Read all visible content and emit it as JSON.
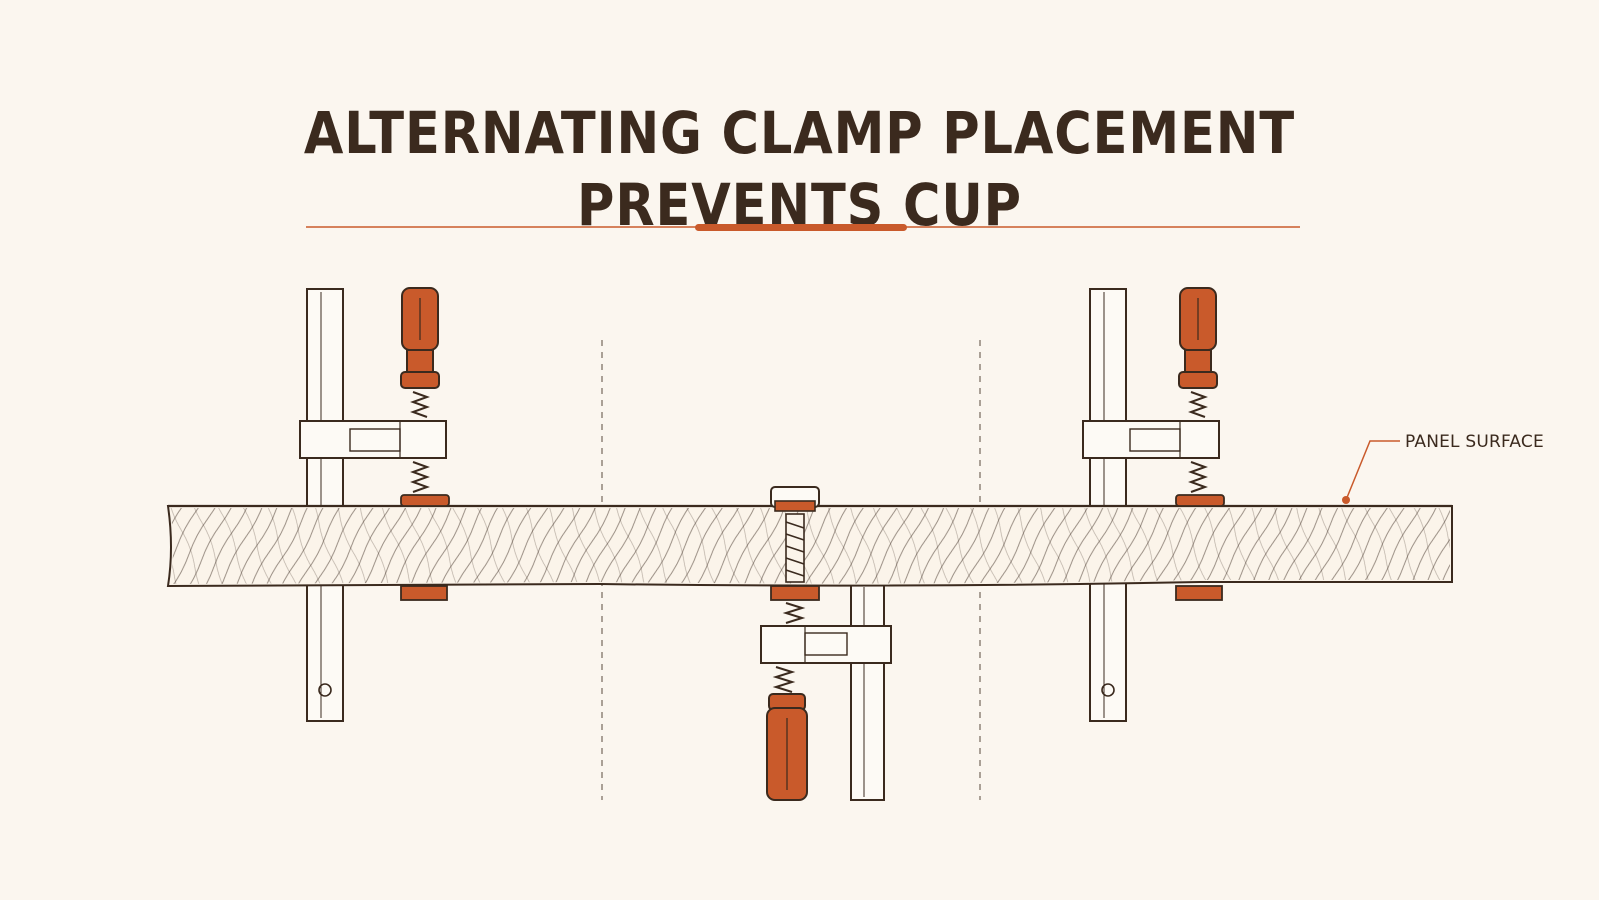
{
  "title": {
    "line1": "ALTERNATING CLAMP PLACEMENT",
    "line2": "PREVENTS CUP"
  },
  "callout": {
    "label": "PANEL SURFACE"
  },
  "clamps": [
    {
      "name": "clamp-left",
      "side": "top"
    },
    {
      "name": "clamp-center",
      "side": "bottom"
    },
    {
      "name": "clamp-right",
      "side": "top"
    }
  ],
  "colors": {
    "background": "#fbf6ef",
    "ink": "#3b2a1e",
    "accent": "#c95a2b",
    "bar": "#fdfaf5"
  }
}
